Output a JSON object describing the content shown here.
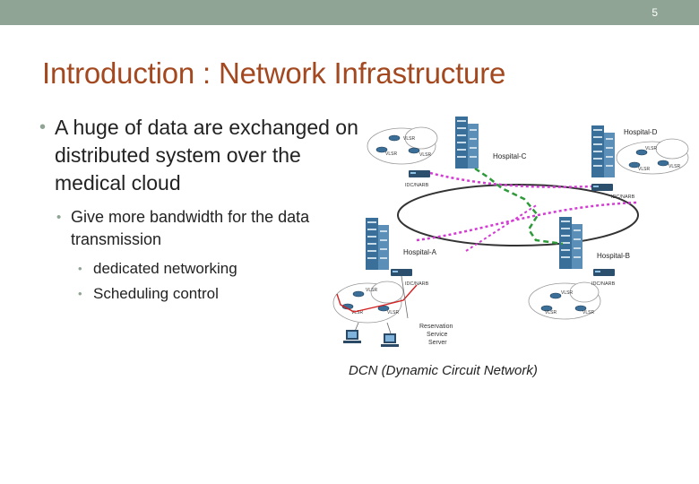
{
  "slide": {
    "number": "5",
    "title": "Introduction : Network Infrastructure"
  },
  "bullets": {
    "level1": "A huge of data are exchanged on distributed system over the medical cloud",
    "level2": "Give more bandwidth for the data transmission",
    "level3": [
      "dedicated networking",
      "Scheduling control"
    ]
  },
  "diagram": {
    "caption": "DCN (Dynamic Circuit Network)",
    "hospitals": [
      "Hospital-A",
      "Hospital-B",
      "Hospital-C",
      "Hospital-D"
    ],
    "idc_label": "IDC/NARB",
    "vlsr_label": "VLSR",
    "reservation": [
      "Reservation",
      "Service",
      "Server"
    ],
    "colors": {
      "magenta_path": "#d43bd4",
      "green_path": "#2e9a3a",
      "red_link": "#d42020",
      "network_ring": "#333333",
      "building": "#3a6f9a"
    }
  }
}
